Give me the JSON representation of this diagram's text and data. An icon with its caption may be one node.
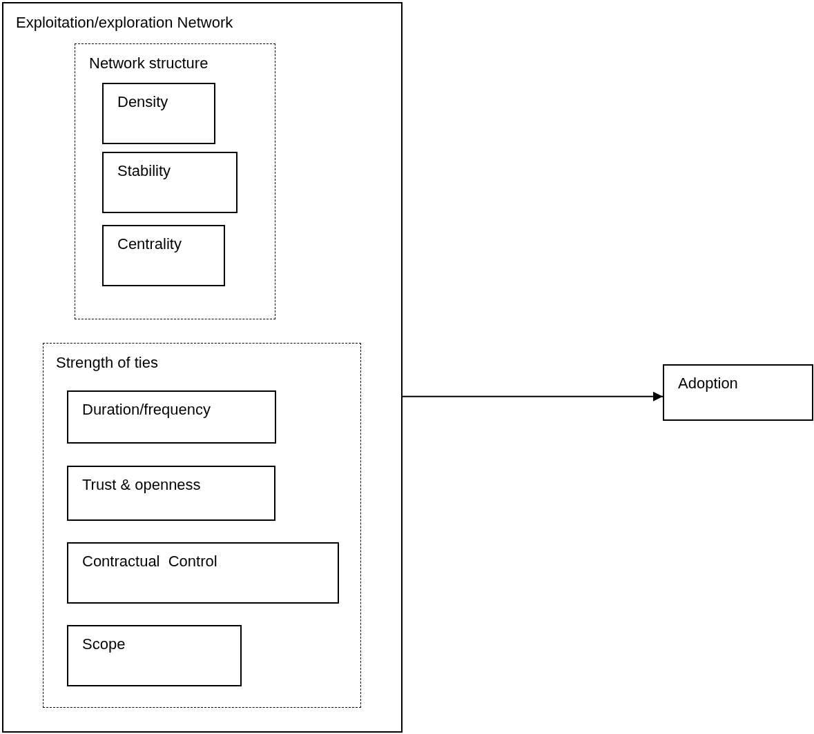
{
  "diagram": {
    "nodes": [
      {
        "text": [
          "Exploitation/exploration Network"
        ]
      },
      {
        "text": [
          "Network structure"
        ],
        "in": 0
      },
      {
        "text": [
          "Density"
        ],
        "in": 1
      },
      {
        "text": [
          "Stability"
        ],
        "in": 1
      },
      {
        "text": [
          "Centrality"
        ],
        "in": 1
      },
      {
        "text": [
          "Strength of ties"
        ],
        "in": 0
      },
      {
        "text": [
          "Duration/frequency"
        ],
        "in": 5
      },
      {
        "text": [
          "Trust & openness"
        ],
        "in": 5
      },
      {
        "text": [
          "Contractual  Control"
        ],
        "in": 5
      },
      {
        "text": [
          "Scope"
        ],
        "in": 5
      },
      {
        "text": [
          "Adoption"
        ]
      }
    ],
    "edges": [
      {
        "from": 0,
        "to": 10,
        "arrow": "to"
      }
    ]
  }
}
